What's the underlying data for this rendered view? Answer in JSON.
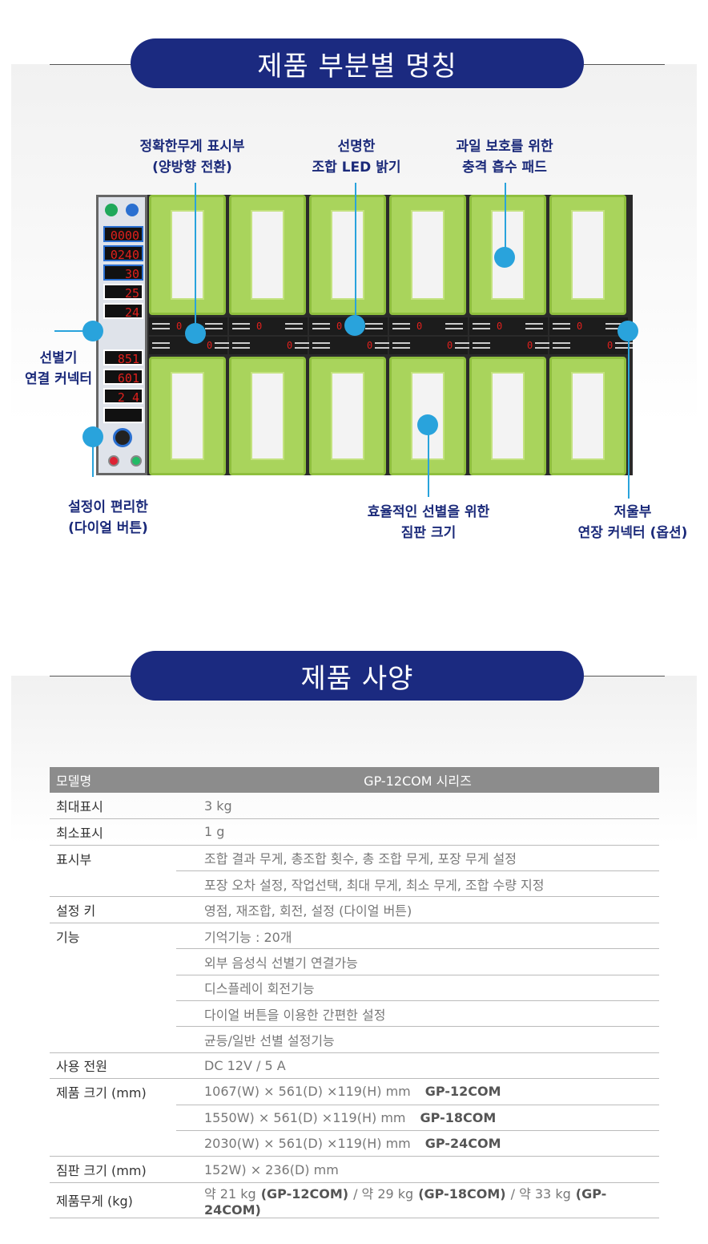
{
  "section1": {
    "title": "제품 부분별 명칭"
  },
  "callouts": [
    {
      "lines": [
        "정확한무게 표시부",
        "(양방향 전환)"
      ]
    },
    {
      "lines": [
        "선명한",
        "조합 LED 밝기"
      ]
    },
    {
      "lines": [
        "과일 보호를 위한",
        "충격 흡수 패드"
      ]
    },
    {
      "lines": [
        "선별기",
        "연결 커넥터"
      ]
    },
    {
      "lines": [
        "설정이 편리한",
        "(다이얼 버튼)"
      ]
    },
    {
      "lines": [
        "효율적인 선별을 위한",
        "짐판 크기"
      ]
    },
    {
      "lines": [
        "저울부",
        "연장 커넥터 (옵션)"
      ]
    }
  ],
  "panel": {
    "displays": [
      "0000",
      "0240",
      "30",
      "25",
      "24",
      "851",
      "601",
      "2 4",
      ""
    ]
  },
  "section2": {
    "title": "제품 사양"
  },
  "specs": {
    "header": {
      "label": "모델명",
      "value": "GP-12COM 시리즈"
    },
    "rows": [
      {
        "label": "최대표시",
        "values": [
          "3 kg"
        ]
      },
      {
        "label": "최소표시",
        "values": [
          "1 g"
        ]
      },
      {
        "label": "표시부",
        "values": [
          "조합 결과 무게, 총조합 횟수, 총 조합 무게, 포장 무게 설정",
          "포장 오차 설정, 작업선택, 최대 무게, 최소 무게, 조합 수량 지정"
        ]
      },
      {
        "label": "설정 키",
        "values": [
          "영점, 재조합,  회전, 설정 (다이얼 버튼)"
        ]
      },
      {
        "label": "기능",
        "values": [
          "기억기능 : 20개",
          "외부 음성식 선별기 연결가능",
          "디스플레이 회전기능",
          "다이얼 버튼을 이용한 간편한 설정",
          "균등/일반 선별 설정기능"
        ]
      },
      {
        "label": "사용 전원",
        "values": [
          "DC 12V / 5 A"
        ]
      },
      {
        "label": "제품 크기 (mm)",
        "values": [
          "1067(W) × 561(D) ×119(H) mm",
          "1550W) × 561(D) ×119(H) mm",
          "2030(W) × 561(D) ×119(H) mm"
        ],
        "models": [
          "GP-12COM",
          "GP-18COM",
          "GP-24COM"
        ]
      },
      {
        "label": "짐판 크기 (mm)",
        "values": [
          "152W) × 236(D) mm"
        ]
      }
    ],
    "weight": {
      "label": "제품무게 (kg)",
      "parts": [
        "약 21 kg",
        "(GP-12COM)",
        "/ 약 29 kg",
        "(GP-18COM)",
        "/ 약 33 kg",
        "(GP-24COM)"
      ]
    }
  }
}
